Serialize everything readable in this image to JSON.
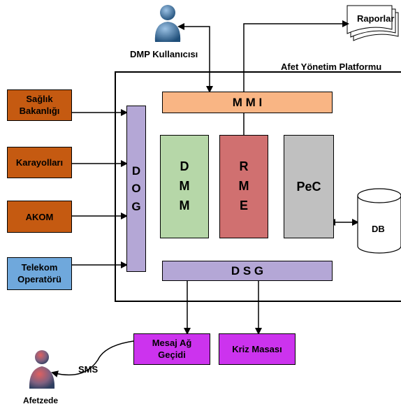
{
  "platform_label": "Afet Yönetim Platformu",
  "user_label": "DMP Kullanıcısı",
  "reports_label": "Raporlar",
  "sources": [
    {
      "label": "Sağlık Bakanlığı",
      "color": "#c55a11"
    },
    {
      "label": "Karayolları",
      "color": "#c55a11"
    },
    {
      "label": "AKOM",
      "color": "#c55a11"
    },
    {
      "label": "Telekom Operatörü",
      "color": "#6fa8dc"
    }
  ],
  "dog": {
    "label": "D\nO\nG",
    "color": "#b4a7d6"
  },
  "mmi": {
    "label": "M M I",
    "color": "#f9b584"
  },
  "dmm": {
    "label": "D\nM\nM",
    "color": "#b6d7a8"
  },
  "rme": {
    "label": "R\nM\nE",
    "color": "#d07070"
  },
  "pec": {
    "label": "PeC",
    "color": "#c0c0c0"
  },
  "db_label": "DB",
  "dsg": {
    "label": "D S G",
    "color": "#b4a7d6"
  },
  "gateway": {
    "label": "Mesaj Ağ Geçidi",
    "color": "#cc33ee"
  },
  "crisis": {
    "label": "Kriz Masası",
    "color": "#cc33ee"
  },
  "sms_label": "SMS",
  "victim_label": "Afetzede"
}
